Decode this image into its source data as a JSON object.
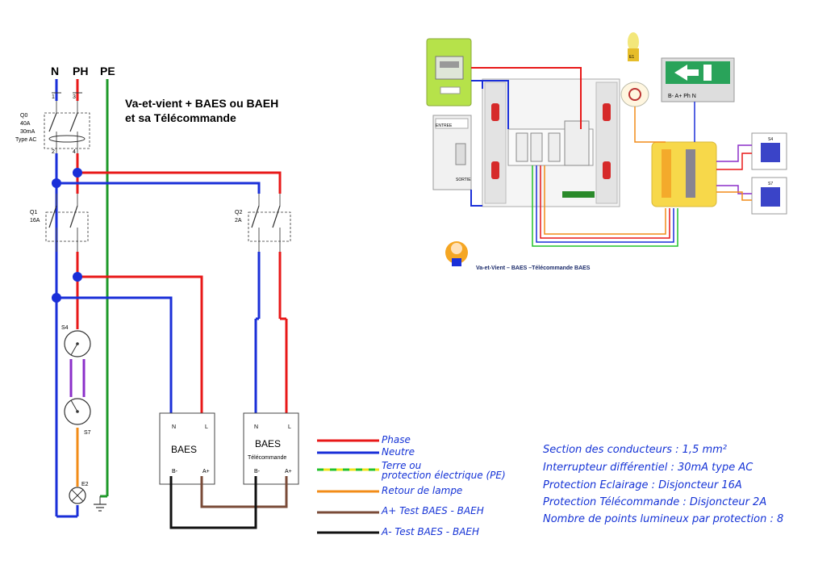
{
  "header": {
    "n": "N",
    "ph": "PH",
    "pe": "PE",
    "title_line1": "Va-et-vient + BAES ou BAEH",
    "title_line2": "et sa Télécommande"
  },
  "q0": {
    "name": "Q0",
    "rating": "40A",
    "sensitivity": "30mA",
    "type": "Type AC",
    "t1": "1",
    "t3": "3",
    "t2": "2",
    "t4": "4"
  },
  "q1": {
    "name": "Q1",
    "rating": "16A"
  },
  "q2": {
    "name": "Q2",
    "rating": "2A"
  },
  "switches": {
    "s4": "S4",
    "s7": "S7",
    "lamp": "E2"
  },
  "baes1": {
    "title": "BAES",
    "n": "N",
    "l": "L",
    "b": "B-",
    "a": "A+"
  },
  "baes2": {
    "title": "BAES",
    "subtitle": "Télécommande",
    "n": "N",
    "l": "L",
    "b": "B-",
    "a": "A+"
  },
  "legend": [
    {
      "label": "Phase",
      "color": "#e81818"
    },
    {
      "label": "Neutre",
      "color": "#1a2fd8"
    },
    {
      "label": "Terre ou",
      "label2": "protection électrique (PE)",
      "color": "#22c22a",
      "color2": "#f1e21b"
    },
    {
      "label": "Retour de lampe",
      "color": "#f28c18"
    },
    {
      "label": "A+ Test BAES - BAEH",
      "color": "#7a4b38"
    },
    {
      "label": "A- Test BAES - BAEH",
      "color": "#111111"
    }
  ],
  "notes": [
    "Section des conducteurs : 1,5 mm²",
    "Interrupteur différentiel : 30mA type AC",
    "Protection Eclairage : Disjoncteur 16A",
    "Protection Télécommande : Disjoncteur 2A",
    "Nombre de points lumineux par protection : 8"
  ],
  "installation": {
    "caption": "Va-et-Vient – BAES –Télécommande BAES",
    "entree": "ENTREE",
    "sortie": "SORTIE",
    "url": "https://elec.fr",
    "baes_terminals": "B-  A+  Ph  N",
    "e1": "E1",
    "s4": "S4",
    "s7": "S7"
  },
  "colors": {
    "phase": "#e81818",
    "neutral": "#1a2fd8",
    "earth": "#1f9a2a",
    "lamp": "#f28c18",
    "aplus": "#7a4b38",
    "aminus": "#111111",
    "violet": "#8b2fc9",
    "note": "#1533d6",
    "box_yellow": "#f7d84a",
    "meter_green": "#b6e24a"
  }
}
